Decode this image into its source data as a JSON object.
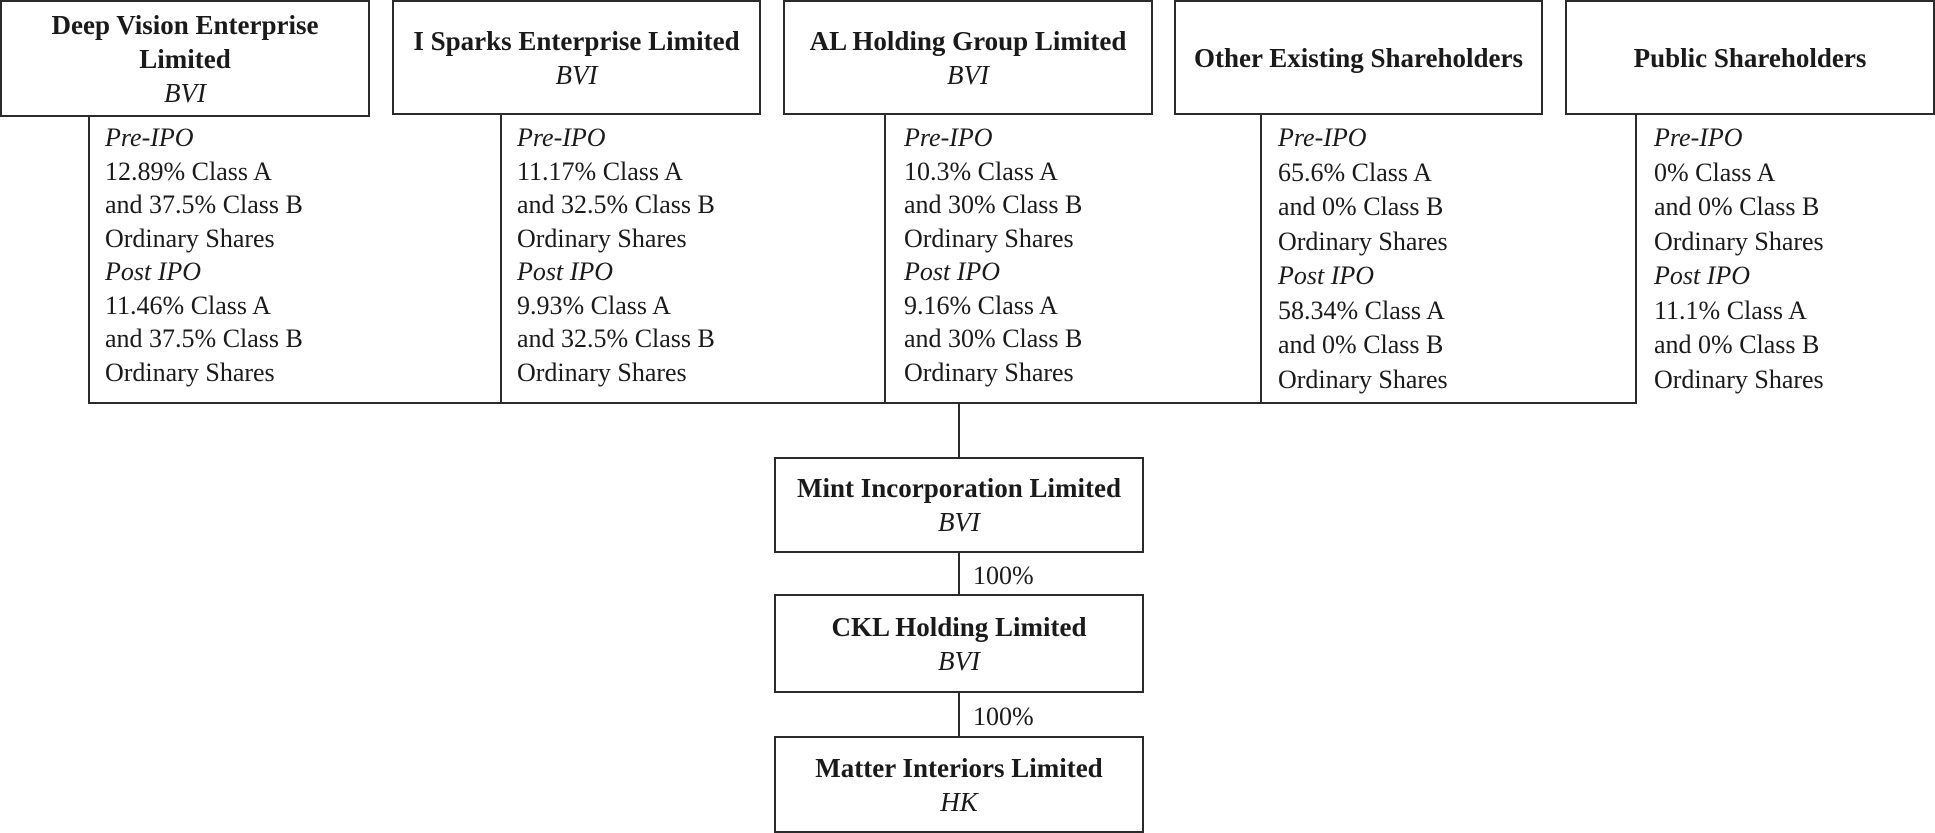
{
  "shareholders": [
    {
      "name": "Deep Vision Enterprise Limited",
      "jurisdiction": "BVI",
      "pre_label": "Pre-IPO",
      "pre_lines": [
        "12.89% Class A",
        "and 37.5% Class B",
        "Ordinary Shares"
      ],
      "post_label": "Post IPO",
      "post_lines": [
        "11.46% Class A",
        "and 37.5% Class B",
        "Ordinary Shares"
      ]
    },
    {
      "name": "I Sparks Enterprise Limited",
      "jurisdiction": "BVI",
      "pre_label": "Pre-IPO",
      "pre_lines": [
        "11.17% Class A",
        "and 32.5% Class B",
        "Ordinary Shares"
      ],
      "post_label": "Post IPO",
      "post_lines": [
        "9.93% Class A",
        "and 32.5% Class B",
        "Ordinary Shares"
      ]
    },
    {
      "name": "AL Holding Group Limited",
      "jurisdiction": "BVI",
      "pre_label": "Pre-IPO",
      "pre_lines": [
        "10.3% Class A",
        "and 30% Class B",
        "Ordinary Shares"
      ],
      "post_label": "Post IPO",
      "post_lines": [
        "9.16% Class A",
        "and 30% Class B",
        "Ordinary Shares"
      ]
    },
    {
      "name": "Other Existing Shareholders",
      "jurisdiction": "",
      "pre_label": "Pre-IPO",
      "pre_lines": [
        "65.6% Class A",
        "and 0% Class B",
        "Ordinary Shares"
      ],
      "post_label": "Post IPO",
      "post_lines": [
        "58.34% Class A",
        "and 0% Class B",
        "Ordinary Shares"
      ]
    },
    {
      "name": "Public Shareholders",
      "jurisdiction": "",
      "pre_label": "Pre-IPO",
      "pre_lines": [
        "0% Class A",
        "and 0% Class B",
        "Ordinary Shares"
      ],
      "post_label": "Post IPO",
      "post_lines": [
        "11.1% Class A",
        "and 0% Class B",
        "Ordinary Shares"
      ]
    }
  ],
  "entities": [
    {
      "name": "Mint Incorporation Limited",
      "jurisdiction": "BVI"
    },
    {
      "name": "CKL Holding Limited",
      "jurisdiction": "BVI",
      "ownership": "100%"
    },
    {
      "name": "Matter Interiors Limited",
      "jurisdiction": "HK",
      "ownership": "100%"
    }
  ]
}
